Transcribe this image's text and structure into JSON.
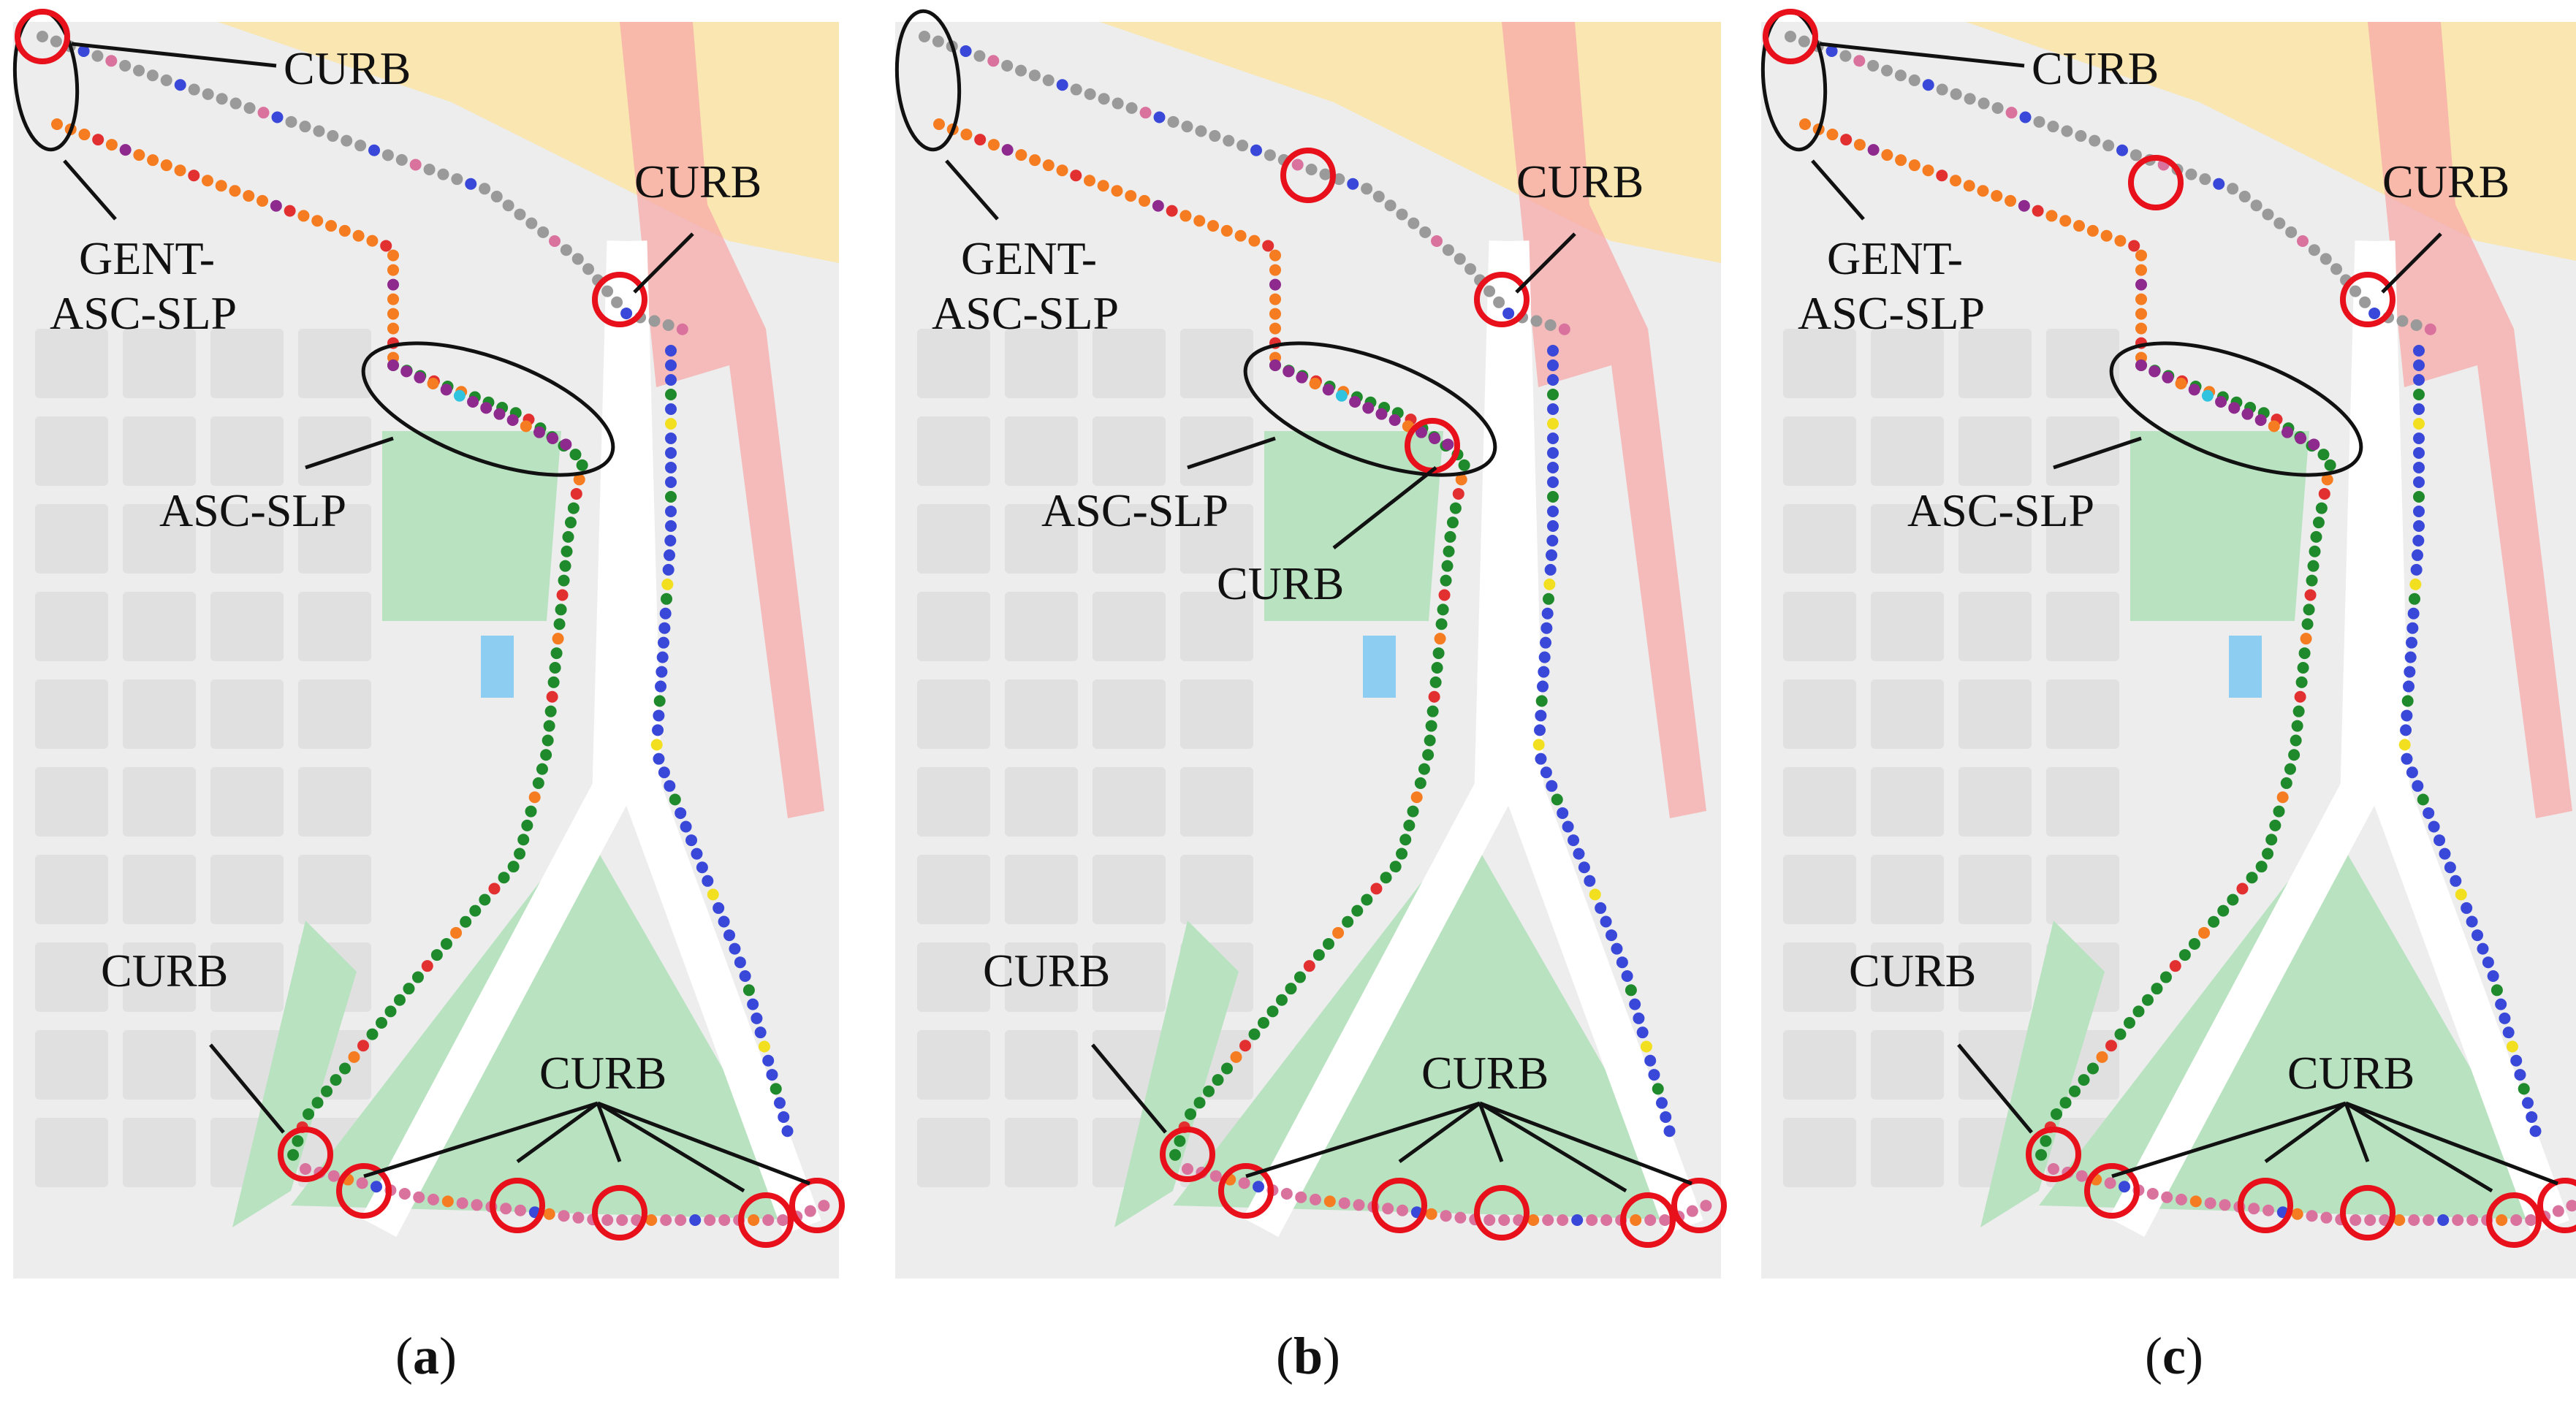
{
  "figure": {
    "panels": [
      {
        "id": "a",
        "caption": "a",
        "labels": {
          "curb_top_left": "CURB",
          "curb_top_right": "CURB",
          "gent_asc_slp_line1": "GENT-",
          "gent_asc_slp_line2": "ASC-SLP",
          "asc_slp": "ASC-SLP",
          "curb_bottom_left": "CURB",
          "curb_bottom": "CURB"
        }
      },
      {
        "id": "b",
        "caption": "b",
        "labels": {
          "curb_top_right": "CURB",
          "gent_asc_slp_line1": "GENT-",
          "gent_asc_slp_line2": "ASC-SLP",
          "asc_slp": "ASC-SLP",
          "curb_mid": "CURB",
          "curb_bottom_left": "CURB",
          "curb_bottom": "CURB"
        }
      },
      {
        "id": "c",
        "caption": "c",
        "labels": {
          "curb_top_left": "CURB",
          "curb_top_right": "CURB",
          "gent_asc_slp_line1": "GENT-",
          "gent_asc_slp_line2": "ASC-SLP",
          "asc_slp": "ASC-SLP",
          "curb_bottom_left": "CURB",
          "curb_bottom": "CURB"
        }
      }
    ],
    "caption_parens": {
      "open": "(",
      "close": ")"
    },
    "colors": {
      "map_bg": "#ededed",
      "building": "#e0e0e0",
      "park": "#b9e2c1",
      "pool": "#8ecdf2",
      "road_yellow": "#fbe3a0",
      "rail_pink": "#f7a8a8",
      "orange_path": "#f57c20",
      "green_path": "#1f8a2b",
      "blue_path": "#3948d8",
      "purple_path": "#8e2a8e",
      "gray_path": "#9a9a9a",
      "pink_path": "#d9739e",
      "red_path": "#e23030",
      "red_circle": "#e8101a"
    }
  }
}
